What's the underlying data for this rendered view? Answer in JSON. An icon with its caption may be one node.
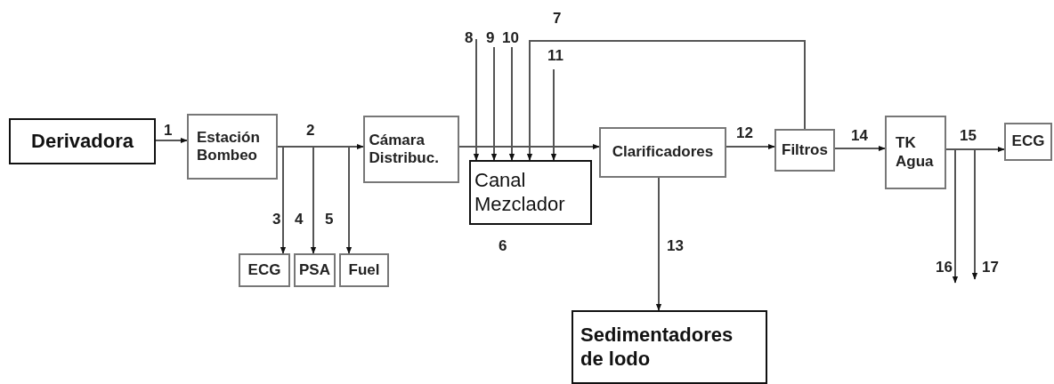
{
  "diagram": {
    "nodes": [
      {
        "text": [
          "Derivadora"
        ]
      },
      {
        "text": [
          "Estación Bombeo"
        ]
      },
      {
        "text": [
          "Cámara Distribuc."
        ]
      },
      {
        "text": [
          "Canal Mezclador"
        ]
      },
      {
        "text": [
          "Clarificadores"
        ]
      },
      {
        "text": [
          "Filtros"
        ]
      },
      {
        "text": [
          "TK Agua"
        ]
      },
      {
        "text": [
          "ECG"
        ]
      },
      {
        "text": [
          "ECG"
        ]
      },
      {
        "text": [
          "PSA"
        ]
      },
      {
        "text": [
          "Fuel"
        ]
      },
      {
        "text": [
          "Sedimentadores de lodo"
        ]
      }
    ],
    "edges": [
      {
        "from": 0,
        "to": 1,
        "arrow": "to",
        "label": "1"
      },
      {
        "from": 1,
        "to": 2,
        "arrow": "to",
        "label": "2"
      },
      {
        "from": 1,
        "to": 8,
        "arrow": "to",
        "label": "3"
      },
      {
        "from": 1,
        "to": 9,
        "arrow": "to",
        "label": "4"
      },
      {
        "from": 1,
        "to": 10,
        "arrow": "to",
        "label": "5"
      },
      {
        "from": 2,
        "to": 4,
        "arrow": "to"
      },
      {
        "from": 5,
        "to": 3,
        "arrow": "to",
        "label": "7"
      },
      {
        "from": null,
        "to": 3,
        "arrow": "to",
        "label": "8"
      },
      {
        "from": null,
        "to": 3,
        "arrow": "to",
        "label": "9"
      },
      {
        "from": null,
        "to": 3,
        "arrow": "to",
        "label": "10"
      },
      {
        "from": null,
        "to": 3,
        "arrow": "to",
        "label": "11"
      },
      {
        "from": 4,
        "to": 5,
        "arrow": "to",
        "label": "12"
      },
      {
        "from": 4,
        "to": 11,
        "arrow": "to",
        "label": "13"
      },
      {
        "from": 5,
        "to": 6,
        "arrow": "to",
        "label": "14"
      },
      {
        "from": 6,
        "to": 7,
        "arrow": "to",
        "label": "15"
      },
      {
        "from": 6,
        "to": null,
        "arrow": "to",
        "label": "16"
      },
      {
        "from": 6,
        "to": null,
        "arrow": "to",
        "label": "17"
      }
    ],
    "labels": [
      "6"
    ]
  }
}
